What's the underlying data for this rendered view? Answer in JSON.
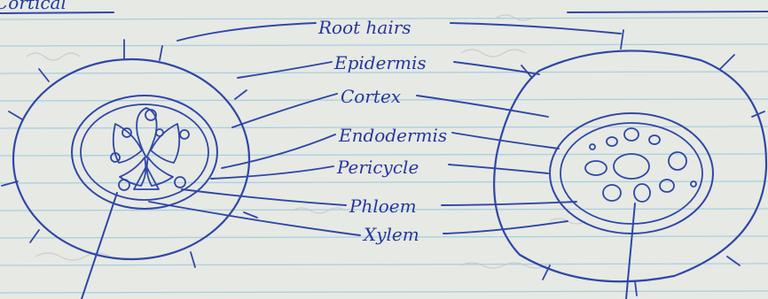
{
  "page": {
    "heading_fragment": "Cortical",
    "colors": {
      "paper": "#e7e9e4",
      "rule": "#a9cfe0",
      "margin": "#d9a0a6",
      "ink": "#2f47a8"
    }
  },
  "labels": {
    "root_hairs": "Root hairs",
    "epidermis": "Epidermis",
    "cortex": "Cortex",
    "endodermis": "Endodermis",
    "pericycle": "Pericycle",
    "phloem": "Phloem",
    "xylem": "Xylem"
  }
}
